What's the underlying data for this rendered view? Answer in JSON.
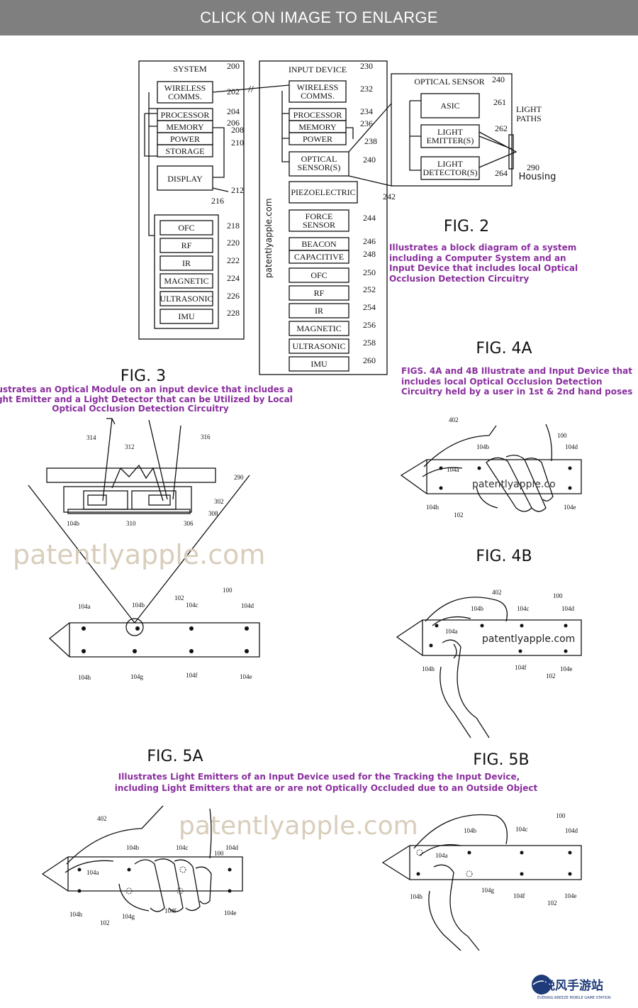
{
  "banner": "CLICK ON IMAGE TO ENLARGE",
  "fig2": {
    "title": "FIG. 2",
    "caption": [
      "Illustrates a block diagram of a system",
      "including a Computer System and an",
      "Input Device that includes local Optical",
      "Occlusion Detection Circuitry"
    ],
    "system": {
      "title": "SYSTEM",
      "ref": "200"
    },
    "input_device": {
      "title": "INPUT DEVICE",
      "ref": "230"
    },
    "optical_sensor": {
      "title": "OPTICAL SENSOR",
      "ref": "240"
    },
    "sys_blocks": [
      {
        "lines": [
          "WIRELESS",
          "COMMS."
        ],
        "ref": "202"
      },
      {
        "lines": [
          "PROCESSOR"
        ],
        "ref": "204"
      },
      {
        "lines": [
          "MEMORY"
        ],
        "ref": "206"
      },
      {
        "lines": [
          "POWER"
        ],
        "ref": "208"
      },
      {
        "lines": [
          "STORAGE"
        ],
        "ref": "210"
      },
      {
        "lines": [
          "DISPLAY"
        ],
        "ref": "212"
      }
    ],
    "sys_sensors_ref": "216",
    "sys_sensors": [
      {
        "label": "OFC",
        "ref": "218"
      },
      {
        "label": "RF",
        "ref": "220"
      },
      {
        "label": "IR",
        "ref": "222"
      },
      {
        "label": "MAGNETIC",
        "ref": "224"
      },
      {
        "label": "ULTRASONIC",
        "ref": "226"
      },
      {
        "label": "IMU",
        "ref": "228"
      }
    ],
    "dev_blocks": [
      {
        "lines": [
          "WIRELESS",
          "COMMS."
        ],
        "ref": "232"
      },
      {
        "lines": [
          "PROCESSOR"
        ],
        "ref": "234"
      },
      {
        "lines": [
          "MEMORY"
        ],
        "ref": "236"
      },
      {
        "lines": [
          "POWER"
        ],
        "ref": "238"
      },
      {
        "lines": [
          "OPTICAL",
          "SENSOR(S)"
        ],
        "ref": "240"
      },
      {
        "lines": [
          "PIEZOELECTRIC"
        ],
        "ref": "242"
      },
      {
        "lines": [
          "FORCE",
          "SENSOR"
        ],
        "ref": "244"
      },
      {
        "lines": [
          "BEACON"
        ],
        "ref": "246"
      },
      {
        "lines": [
          "CAPACITIVE"
        ],
        "ref": "248"
      },
      {
        "lines": [
          "OFC"
        ],
        "ref": "250"
      },
      {
        "lines": [
          "RF"
        ],
        "ref": "252"
      },
      {
        "lines": [
          "IR"
        ],
        "ref": "254"
      },
      {
        "lines": [
          "MAGNETIC"
        ],
        "ref": "256"
      },
      {
        "lines": [
          "ULTRASONIC"
        ],
        "ref": "258"
      },
      {
        "lines": [
          "IMU"
        ],
        "ref": "260"
      }
    ],
    "opt_blocks": [
      {
        "lines": [
          "ASIC"
        ],
        "ref": "261"
      },
      {
        "lines": [
          "LIGHT",
          "EMITTER(S)"
        ],
        "ref": "262"
      },
      {
        "lines": [
          "LIGHT",
          "DETECTOR(S)"
        ],
        "ref": "264"
      }
    ],
    "light_paths": [
      "LIGHT",
      "PATHS"
    ],
    "housing": {
      "label": "Housing",
      "ref": "290"
    },
    "side_watermark": "patentlyapple.com"
  },
  "fig3": {
    "title": "FIG. 3",
    "caption": [
      "Illustrates an Optical Module on an input device that includes a",
      "Light Emitter and a Light Detector that can be Utilized by Local",
      "Optical Occlusion Detection Circuitry"
    ],
    "refs": {
      "r314": "314",
      "r312": "312",
      "r316": "316",
      "r290": "290",
      "r302": "302",
      "r308": "308",
      "r104b": "104b",
      "r310": "310",
      "r306": "306"
    },
    "pen": {
      "body": "100",
      "ref102": "102",
      "top": [
        "104a",
        "104b",
        "104c",
        "104d"
      ],
      "bottom": [
        "104h",
        "104g",
        "104f",
        "104e"
      ]
    }
  },
  "fig4a": {
    "title": "FIG. 4A",
    "caption": [
      "FIGS. 4A and 4B Illustrate and Input Device that",
      "includes local Optical Occlusion Detection",
      "Circuitry held by a user in 1st & 2nd hand poses"
    ],
    "refs": {
      "hand": "402",
      "body": "100",
      "b": "104b",
      "d": "104d",
      "a": "104a",
      "h": "104h",
      "ref102": "102",
      "e": "104e"
    },
    "watermark": "patentlyapple.co"
  },
  "fig4b": {
    "title": "FIG. 4B",
    "refs": {
      "hand": "402",
      "body": "100",
      "b": "104b",
      "c": "104c",
      "d": "104d",
      "a": "104a",
      "h": "104h",
      "f": "104f",
      "ref102": "102",
      "e": "104e"
    },
    "watermark": "patentlyapple.com"
  },
  "fig5a": {
    "title": "FIG. 5A",
    "refs": {
      "hand": "402",
      "b": "104b",
      "c": "104c",
      "body": "100",
      "d": "104d",
      "a": "104a",
      "h": "104h",
      "ref102": "102",
      "g": "104g",
      "f": "104f",
      "e": "104e"
    }
  },
  "fig5b": {
    "title": "FIG. 5B",
    "refs": {
      "body": "100",
      "b": "104b",
      "c": "104c",
      "d": "104d",
      "a": "104a",
      "h": "104h",
      "g": "104g",
      "f": "104f",
      "ref102": "102",
      "e": "104e"
    }
  },
  "fig5_caption": [
    "Illustrates Light Emitters of an Input Device used for the Tracking the Input Device,",
    "including Light Emitters that are or are not Optically Occluded due to an Outside Object"
  ],
  "watermark_main": "patentlyapple.com",
  "logo": {
    "cn": "晚风手游站",
    "en": "EVENING BREEZE MOBILE GAME STATION"
  }
}
